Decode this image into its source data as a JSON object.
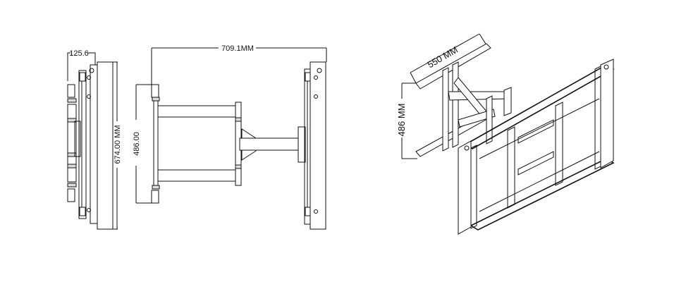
{
  "labels": {
    "side_depth": "125.6",
    "side_height": "674.00 MM",
    "extension": "709.1MM",
    "wall_plate_height": "486.00",
    "iso_width": "550 MM",
    "iso_height": "486 MM"
  }
}
